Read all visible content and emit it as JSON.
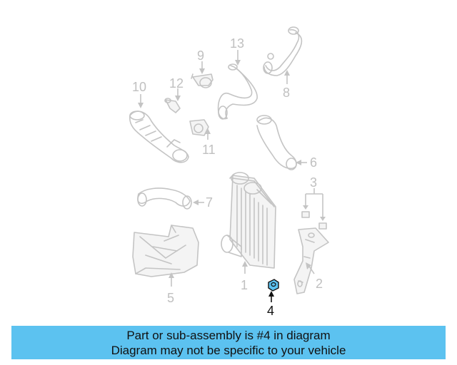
{
  "diagram": {
    "callouts": [
      "1",
      "2",
      "3",
      "4",
      "5",
      "6",
      "7",
      "8",
      "9",
      "10",
      "11",
      "12",
      "13"
    ],
    "highlighted_part": "4",
    "highlight_color": "#5cc2f0"
  },
  "banner": {
    "line1": "Part or sub-assembly is #4 in diagram",
    "line2": "Diagram may not be specific to your vehicle",
    "background": "#5cc2f0"
  }
}
